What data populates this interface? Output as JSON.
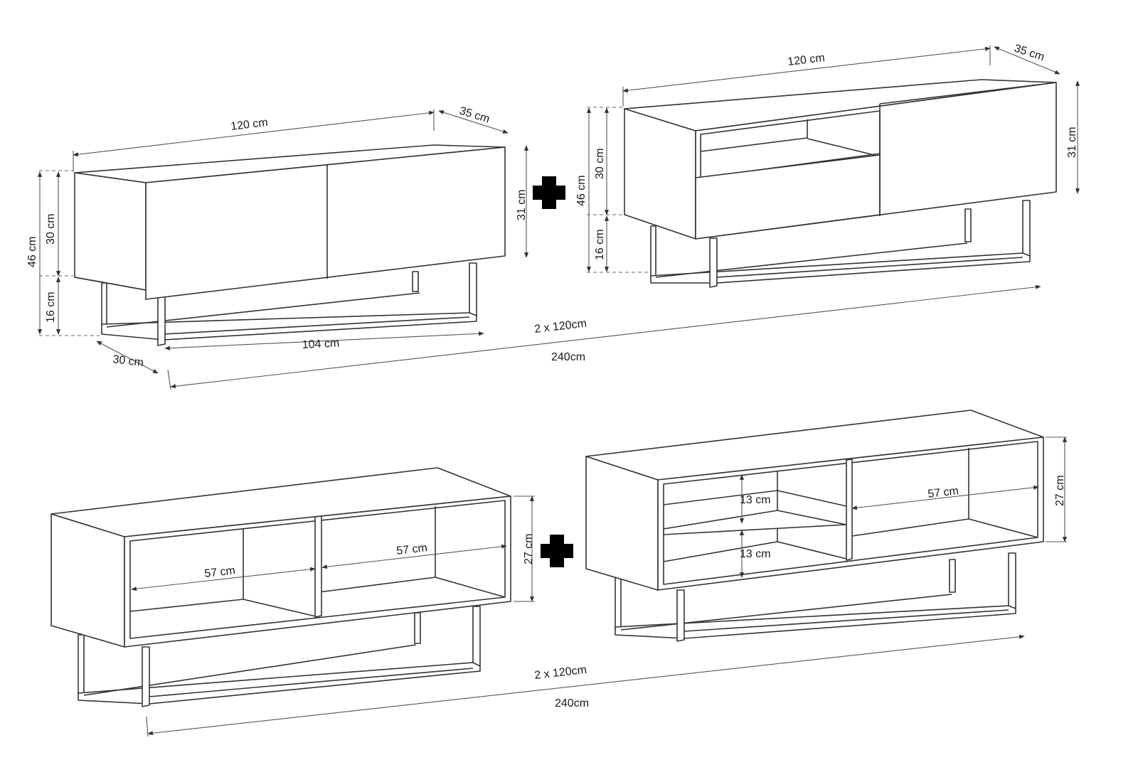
{
  "top_left": {
    "width": "120 cm",
    "depth": "35 cm",
    "height_total": "46 cm",
    "height_body": "30 cm",
    "height_legs": "16 cm",
    "front_height": "31 cm",
    "leg_span": "104 cm",
    "leg_depth": "30 cm"
  },
  "top_right": {
    "width": "120 cm",
    "depth": "35 cm",
    "height_total": "46 cm",
    "height_body": "30 cm",
    "height_legs": "16 cm",
    "front_height": "31 cm"
  },
  "top_combined": {
    "pair": "2 x 120cm",
    "total": "240cm"
  },
  "bottom_left": {
    "shelf_left": "57 cm",
    "shelf_right": "57 cm",
    "height": "27 cm"
  },
  "bottom_right": {
    "shelf_upper": "13 cm",
    "shelf_lower": "13 cm",
    "shelf_width": "57 cm",
    "height": "27 cm"
  },
  "bottom_combined": {
    "pair": "2 x 120cm",
    "total": "240cm"
  },
  "icons": [
    "plus-icon",
    "plus-icon"
  ]
}
